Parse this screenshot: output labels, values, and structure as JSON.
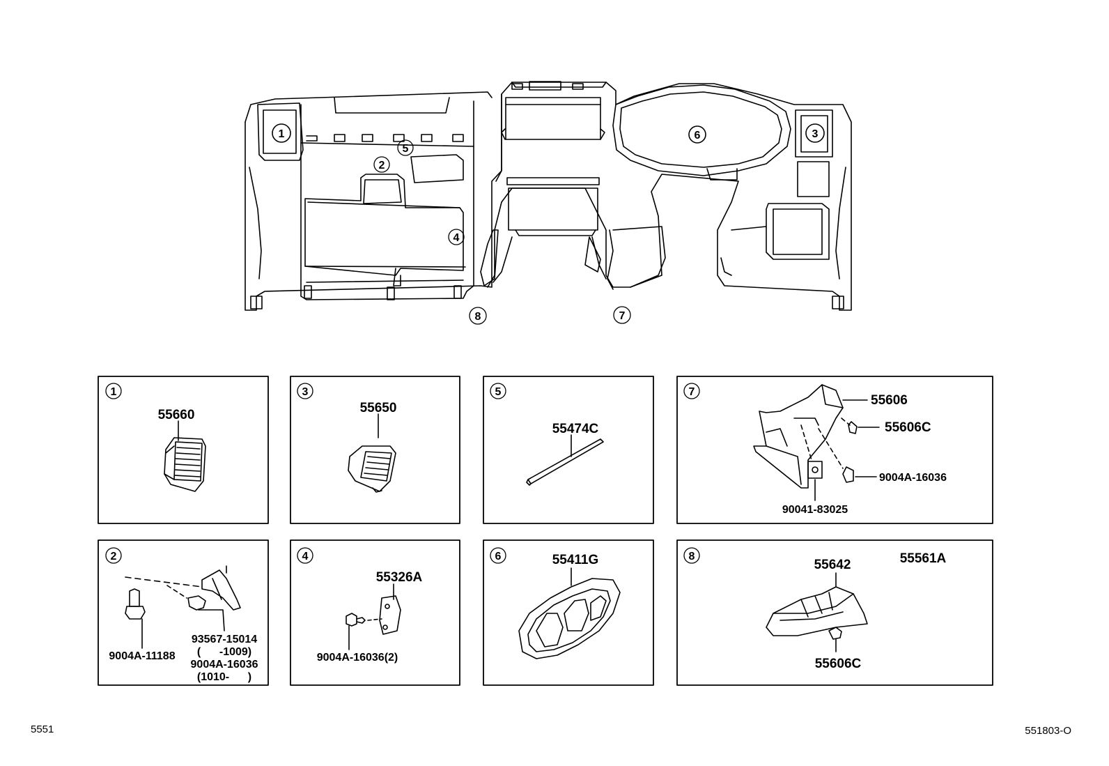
{
  "callouts": {
    "c1": "1",
    "c2": "2",
    "c3": "3",
    "c4": "4",
    "c5": "5",
    "c6": "6",
    "c7": "7",
    "c8": "8"
  },
  "panels": {
    "p1": {
      "num": "1",
      "parts": [
        "55660"
      ]
    },
    "p3": {
      "num": "3",
      "parts": [
        "55650"
      ]
    },
    "p5": {
      "num": "5",
      "parts": [
        "55474C"
      ]
    },
    "p7": {
      "num": "7",
      "parts": [
        "55606",
        "55606C",
        "9004A-16036",
        "90041-83025"
      ]
    },
    "p2": {
      "num": "2",
      "parts": [
        "55561A",
        "93567-15014",
        "(      -1009)",
        "9004A-16036",
        "(1010-      )",
        "9004A-11188"
      ]
    },
    "p4": {
      "num": "4",
      "parts": [
        "55326A",
        "9004A-16036(2)"
      ]
    },
    "p6": {
      "num": "6",
      "parts": [
        "55411G"
      ]
    },
    "p8": {
      "num": "8",
      "parts": [
        "55642",
        "55606C"
      ]
    }
  },
  "footer": {
    "left": "5551",
    "right": "551803-O"
  }
}
